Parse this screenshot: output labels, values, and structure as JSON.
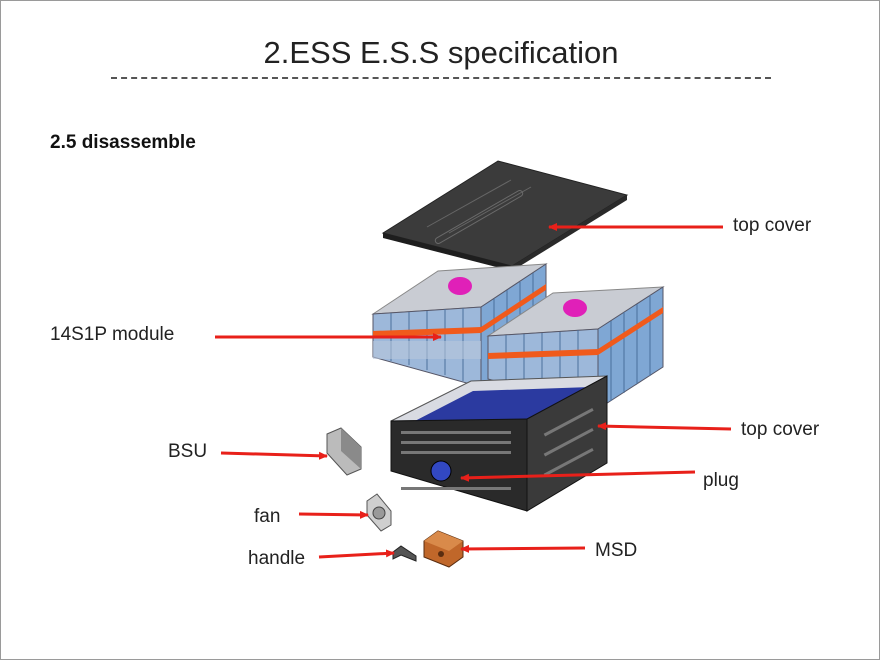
{
  "title": "2.ESS E.S.S specification",
  "section": "2.5 disassemble",
  "labels": {
    "top_cover_1": "top cover",
    "module": "14S1P module",
    "top_cover_2": "top cover",
    "bsu": "BSU",
    "plug": "plug",
    "fan": "fan",
    "msd": "MSD",
    "handle": "handle"
  },
  "colors": {
    "arrow": "#e8201a",
    "module_stripe": "#f05a1c",
    "cell_blue": "#7fa7d4",
    "module_top": "#c9ccd3",
    "badge": "#e020b8",
    "enclosure": "#2a2a2a",
    "plate": "#3b3b3b"
  }
}
